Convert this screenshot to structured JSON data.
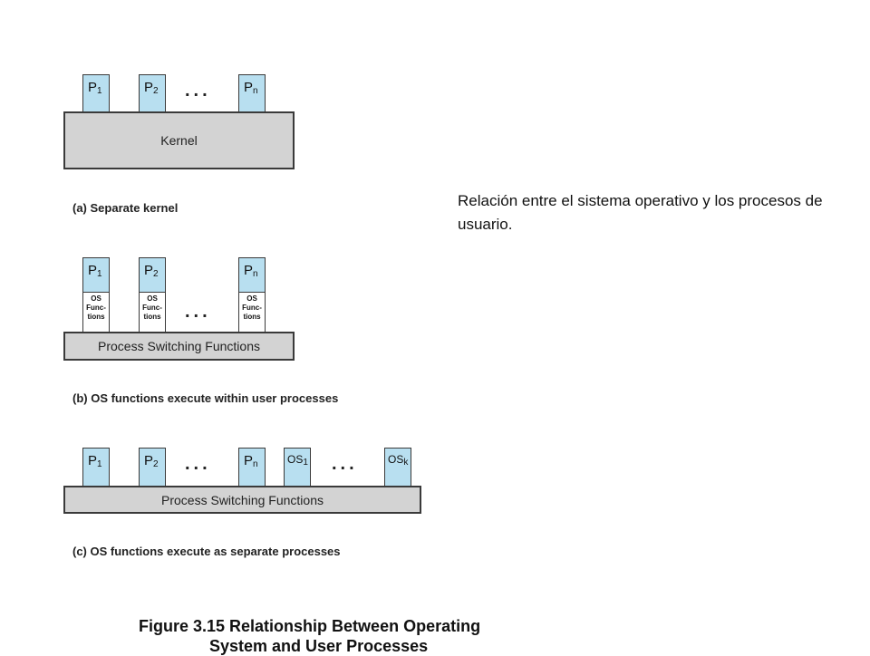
{
  "description": "Relación entre el sistema operativo y los procesos de usuario.",
  "figure": {
    "title_line1": "Figure 3.15  Relationship Between Operating",
    "title_line2": "System and User Processes"
  },
  "panel_a": {
    "processes": [
      {
        "base": "P",
        "sub": "1"
      },
      {
        "base": "P",
        "sub": "2"
      },
      {
        "base": "P",
        "sub": "n"
      }
    ],
    "ellipsis": "...",
    "bar_label": "Kernel",
    "caption": "(a) Separate kernel"
  },
  "panel_b": {
    "processes": [
      {
        "base": "P",
        "sub": "1"
      },
      {
        "base": "P",
        "sub": "2"
      },
      {
        "base": "P",
        "sub": "n"
      }
    ],
    "os_functions": [
      "OS",
      "Func-",
      "tions"
    ],
    "ellipsis": "...",
    "bar_label": "Process Switching Functions",
    "caption": "(b) OS functions execute within user processes"
  },
  "panel_c": {
    "processes": [
      {
        "base": "P",
        "sub": "1"
      },
      {
        "base": "P",
        "sub": "2"
      },
      {
        "base": "P",
        "sub": "n"
      }
    ],
    "os_processes": [
      {
        "base": "OS",
        "sub": "1"
      },
      {
        "base": "OS",
        "sub": "k"
      }
    ],
    "ellipsis": "...",
    "bar_label": "Process Switching Functions",
    "caption": "(c) OS functions execute as separate processes"
  },
  "colors": {
    "process_fill": "#b8dff0",
    "bar_fill": "#d3d3d3",
    "stroke": "#3a3a3a"
  }
}
